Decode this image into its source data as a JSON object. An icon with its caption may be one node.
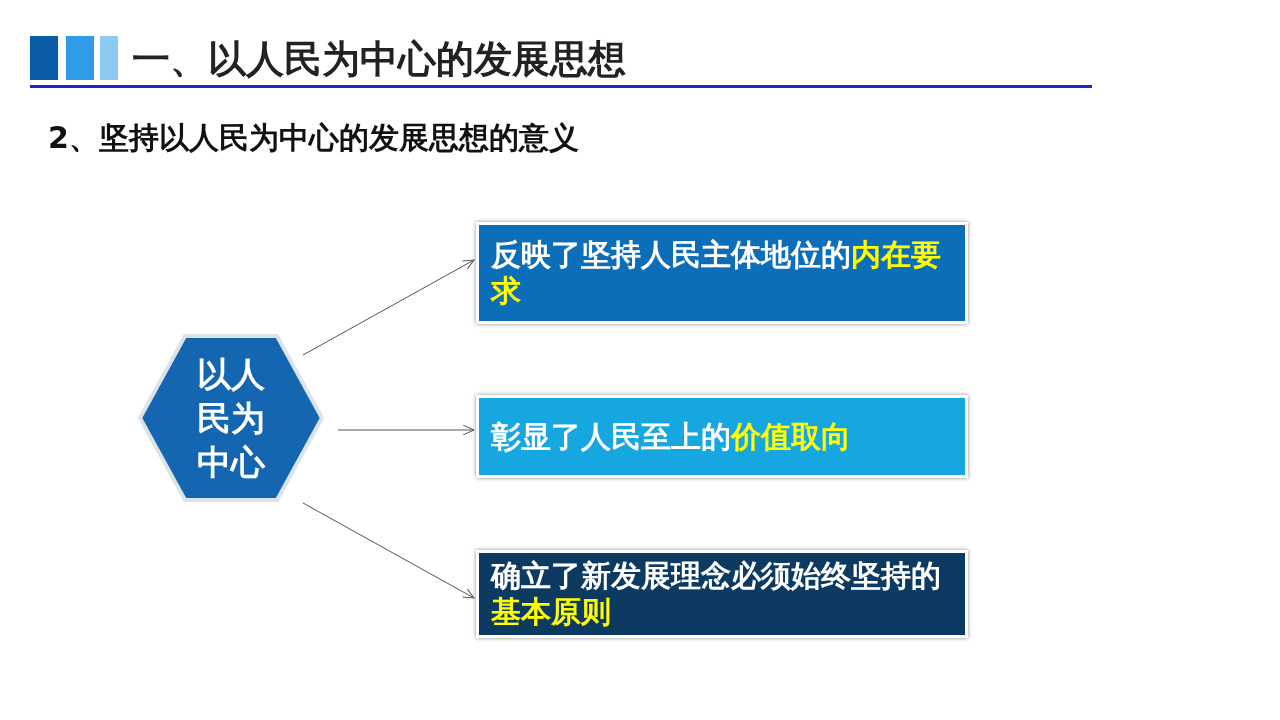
{
  "diagram": {
    "title": "一、以人民为中心的发展思想",
    "nodes": [
      {
        "text": [
          "以人民为中心"
        ]
      },
      {
        "text": [
          "反映了坚持人民主体地位的**内在要求**"
        ]
      },
      {
        "text": [
          "彰显了人民至上的**价值取向**"
        ]
      },
      {
        "text": [
          "确立了新发展理念必须始终坚持的**基本原则**"
        ]
      }
    ],
    "edges": [
      {
        "from": 0,
        "to": 1,
        "arrow": "to"
      },
      {
        "from": 0,
        "to": 2,
        "arrow": "to"
      },
      {
        "from": 0,
        "to": 3,
        "arrow": "to"
      }
    ],
    "labels": [
      "2、坚持以人民为中心的发展思想的意义"
    ]
  }
}
